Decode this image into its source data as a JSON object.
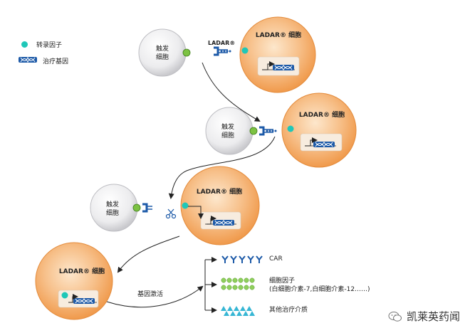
{
  "legend": {
    "tf_label": "转录因子",
    "gene_label": "治疗基因"
  },
  "cell_labels": {
    "trigger_1a": "触发",
    "trigger_1b": "细胞",
    "trigger_2a": "触发",
    "trigger_2b": "细胞",
    "trigger_3a": "触发",
    "trigger_3b": "细胞",
    "ladar_1": "LADAR® 细胞",
    "ladar_2": "LADAR® 细胞",
    "ladar_3": "LADAR® 细胞",
    "ladar_4": "LADAR® 细胞"
  },
  "receptor_label": "LADAR®",
  "activation_label": "基因激活",
  "outputs": {
    "car": "CAR",
    "cytokine_line1": "细胞因子",
    "cytokine_line2": "(白细胞介素-7,白细胞介素-12……)",
    "other": "其他治疗介质"
  },
  "watermark": "凯莱英药闻",
  "colors": {
    "tf": "#1fc7b8",
    "ladar_cell": "#f4a75c",
    "trigger_cell": "#e8e8ea",
    "receptor": "#1d5aa8",
    "ligand": "#7cc242",
    "arrow": "#222222"
  }
}
